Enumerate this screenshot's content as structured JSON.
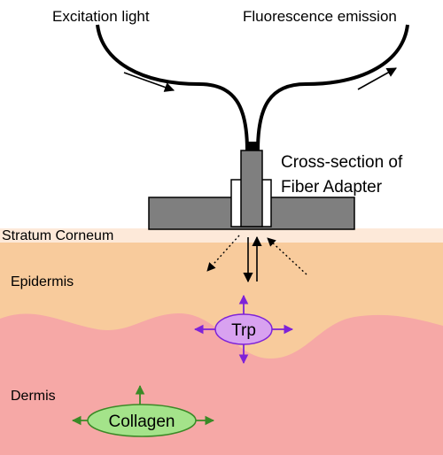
{
  "labels": {
    "excitation": "Excitation light",
    "emission": "Fluorescence emission",
    "adapter_line1": "Cross-section of",
    "adapter_line2": "Fiber Adapter",
    "stratum": "Stratum Corneum",
    "epidermis": "Epidermis",
    "dermis": "Dermis",
    "trp": "Trp",
    "collagen": "Collagen"
  },
  "colors": {
    "stratum": "#fde9d9",
    "epidermis": "#f8cb9c",
    "dermis": "#f6a8a6",
    "adapter": "#7f7f7f",
    "trp_fill": "#d8a2f0",
    "trp_arrows": "#7e22d8",
    "collagen_fill": "#a4e38a",
    "collagen_arrows": "#3a8a26"
  }
}
